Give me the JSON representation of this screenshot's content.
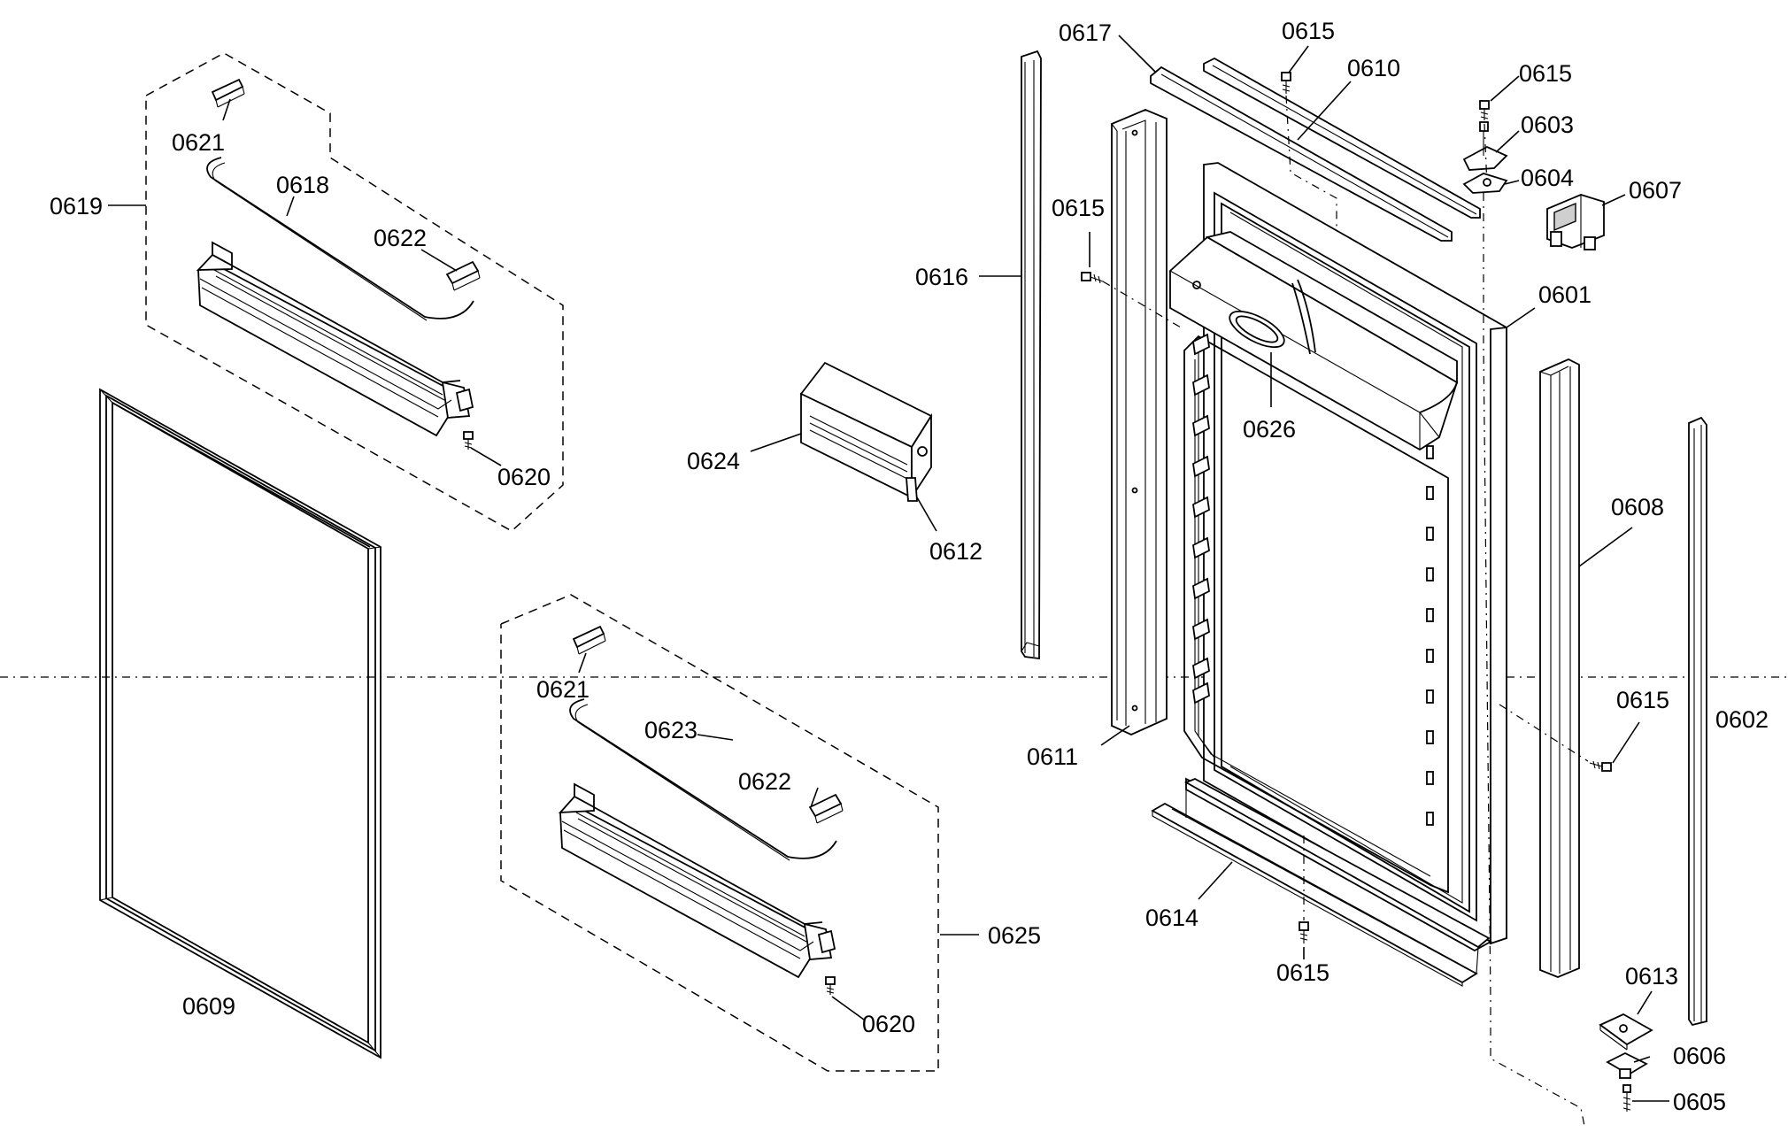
{
  "diagram": {
    "labels": {
      "l0601": "0601",
      "l0602": "0602",
      "l0603": "0603",
      "l0604": "0604",
      "l0605": "0605",
      "l0606": "0606",
      "l0607": "0607",
      "l0608": "0608",
      "l0609": "0609",
      "l0610": "0610",
      "l0611": "0611",
      "l0612": "0612",
      "l0613": "0613",
      "l0614": "0614",
      "l0615a": "0615",
      "l0615b": "0615",
      "l0615c": "0615",
      "l0615d": "0615",
      "l0615e": "0615",
      "l0616": "0616",
      "l0617": "0617",
      "l0618": "0618",
      "l0619": "0619",
      "l0620a": "0620",
      "l0620b": "0620",
      "l0621a": "0621",
      "l0621b": "0621",
      "l0622a": "0622",
      "l0622b": "0622",
      "l0623": "0623",
      "l0624": "0624",
      "l0625": "0625",
      "l0626": "0626"
    }
  }
}
